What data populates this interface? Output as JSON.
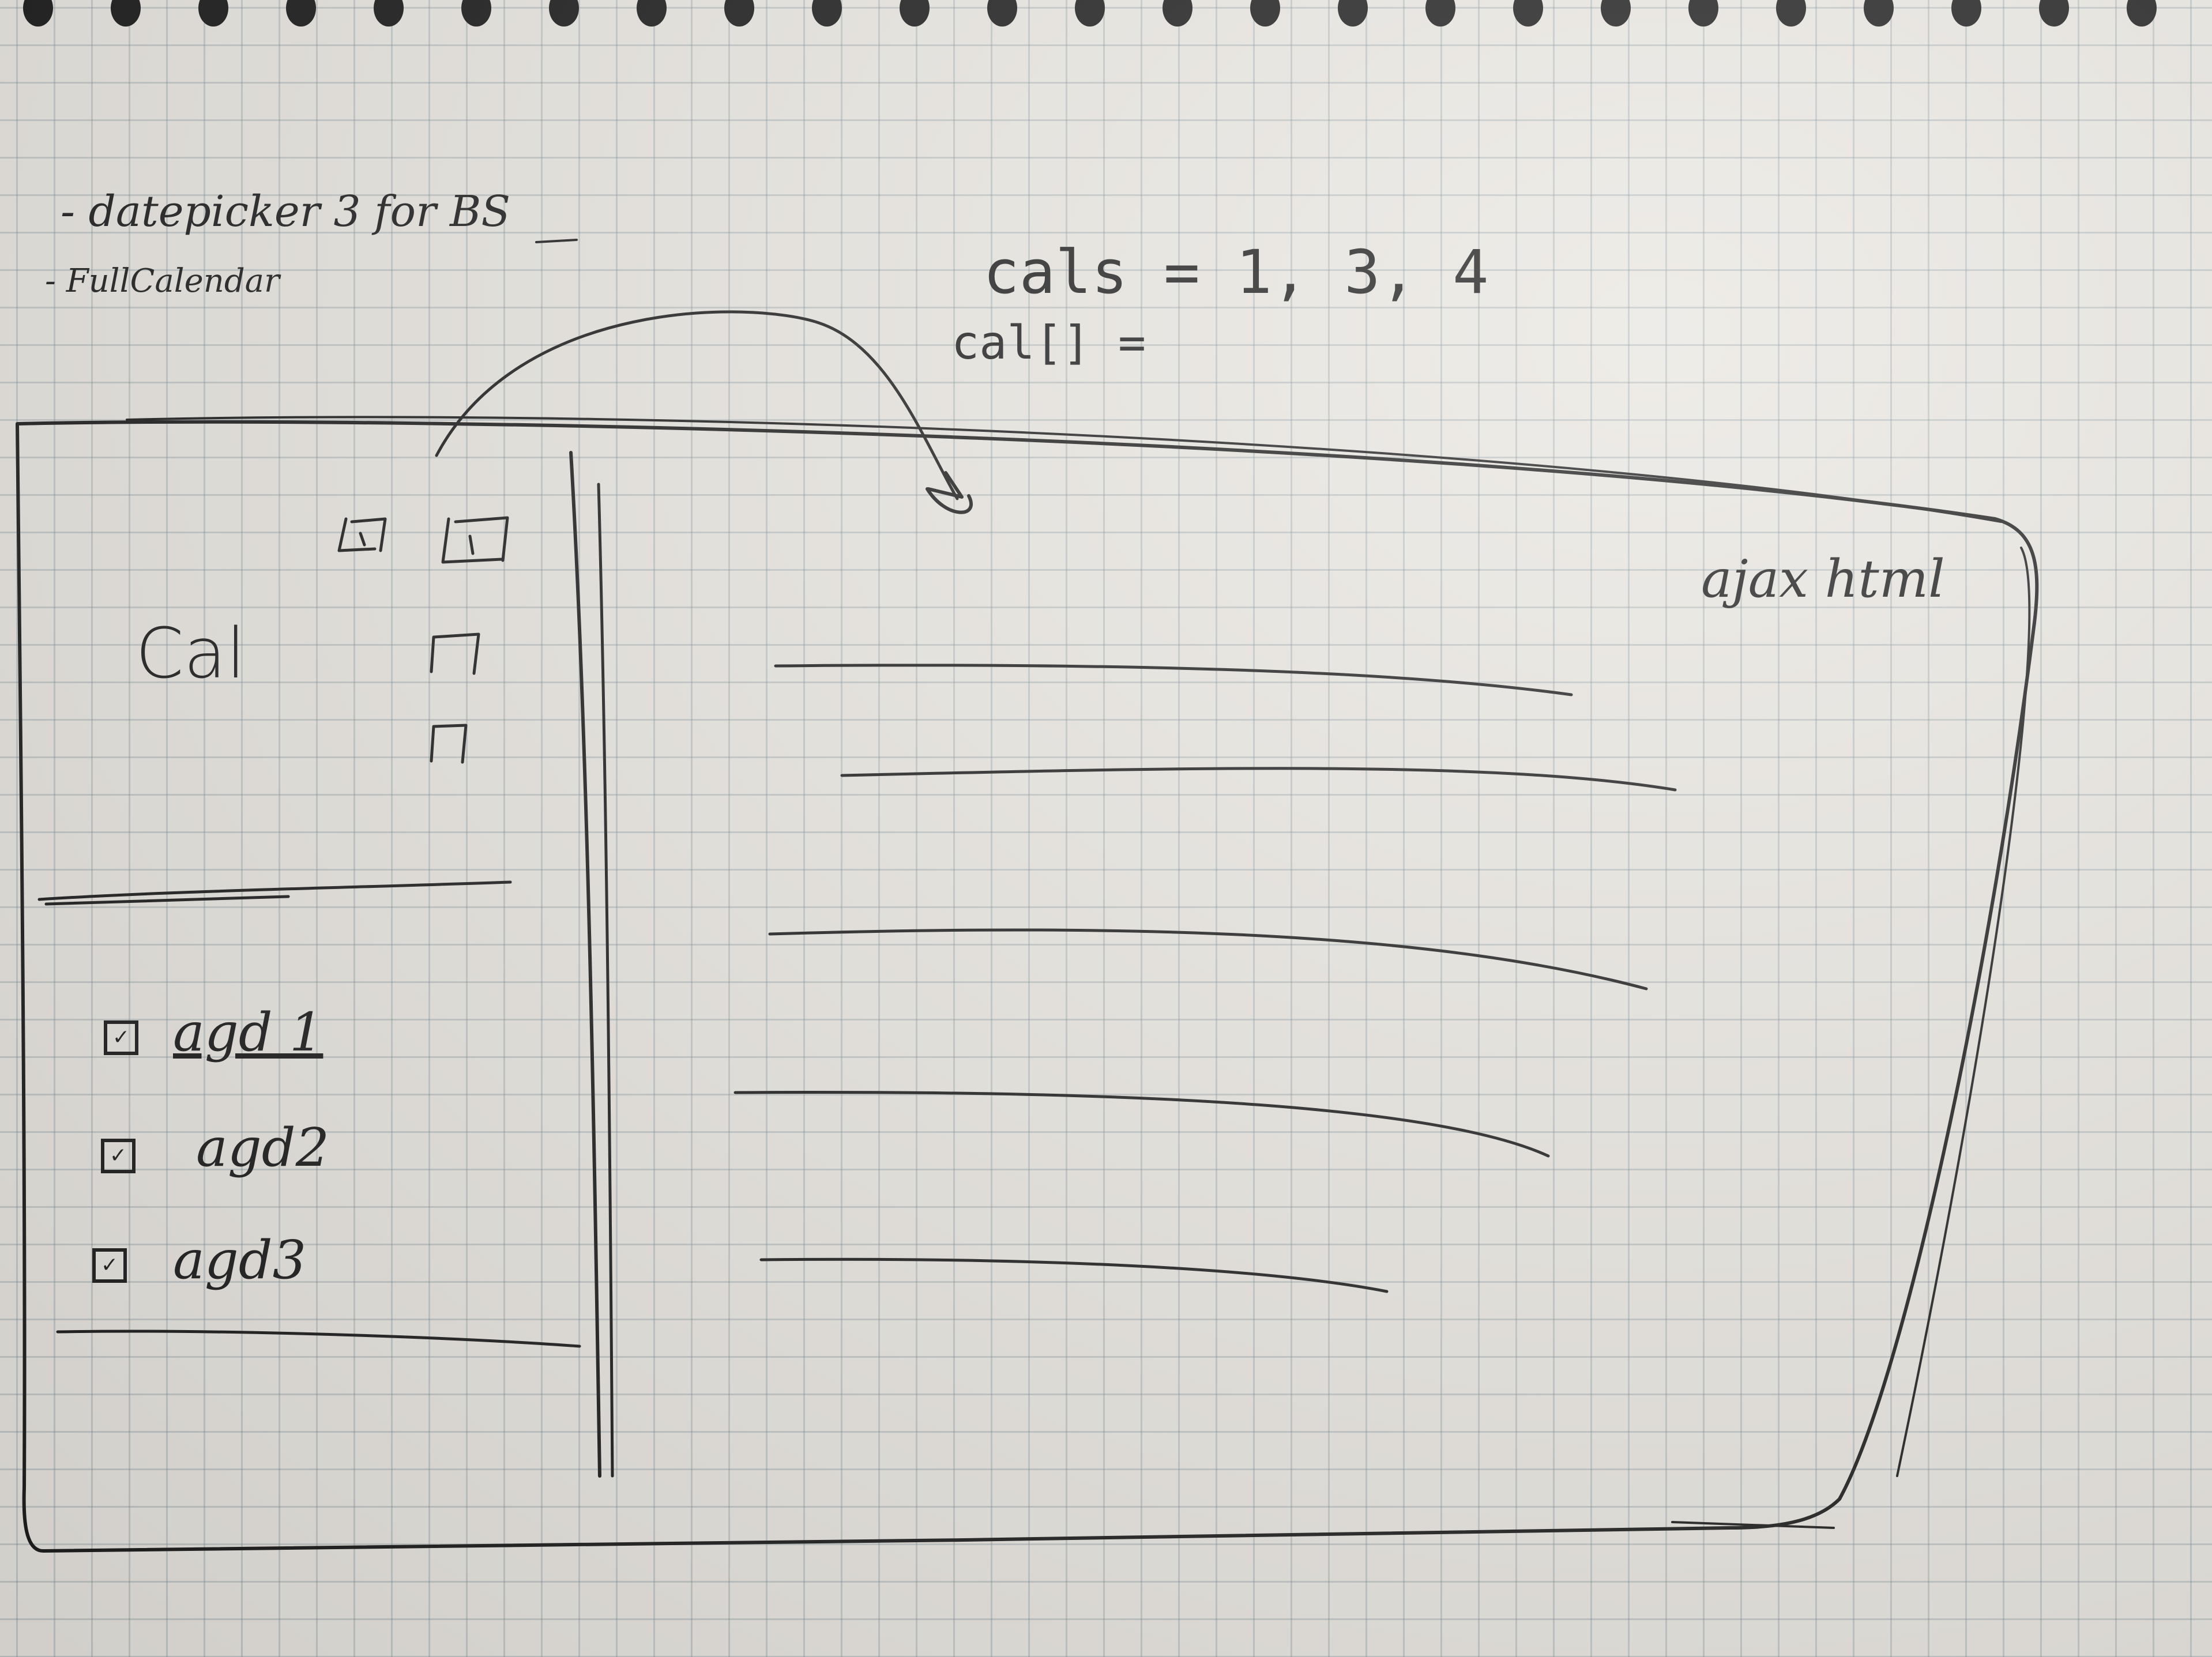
{
  "notes": {
    "line1": "- datepicker 3 for BS",
    "line2": "- FullCalendar"
  },
  "annotation": {
    "cals": "cals = 1, 3, 4",
    "cal_array": "cal[] ="
  },
  "sidebar": {
    "cal_label": "Cal",
    "agendas": [
      {
        "label": "agd 1",
        "checked": true
      },
      {
        "label": "agd2",
        "checked": true
      },
      {
        "label": "agd3",
        "checked": true
      }
    ]
  },
  "main": {
    "ajax_label": "ajax html"
  },
  "icons": {
    "spiral_binding": "spiral-hole-icon",
    "calendar_widget": "calendar-bracket-icon",
    "checkbox": "checkbox-icon",
    "arrow": "curved-arrow-icon"
  }
}
